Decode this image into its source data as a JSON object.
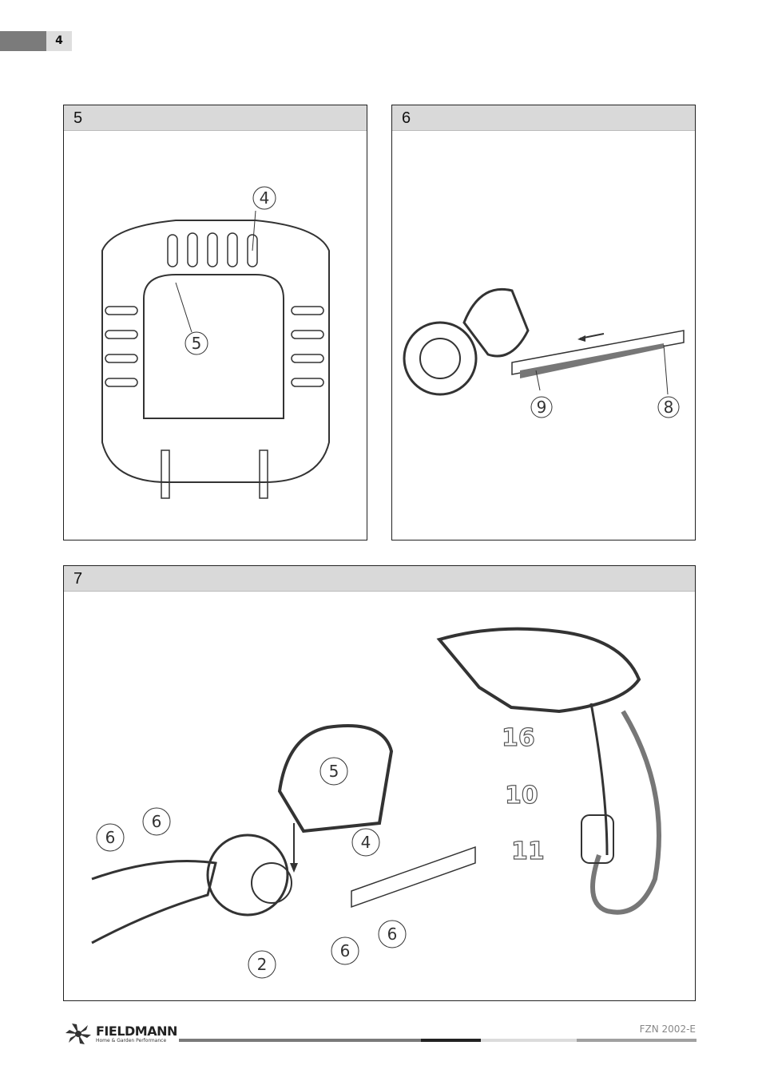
{
  "page": {
    "number": "4"
  },
  "panels": [
    {
      "label": "5",
      "callouts": [
        "4",
        "5"
      ]
    },
    {
      "label": "6",
      "callouts": [
        "9",
        "8"
      ]
    },
    {
      "label": "7",
      "callouts": [
        "6",
        "6",
        "5",
        "4",
        "2",
        "6",
        "6",
        "16",
        "10",
        "11"
      ]
    }
  ],
  "footer": {
    "brand": "FIELDMANN",
    "tagline": "Home & Garden Performance",
    "model": "FZN 2002-E",
    "bar_colors": [
      "#7a7a7a",
      "#222222",
      "#dcdcdc",
      "#a0a0a0"
    ]
  }
}
